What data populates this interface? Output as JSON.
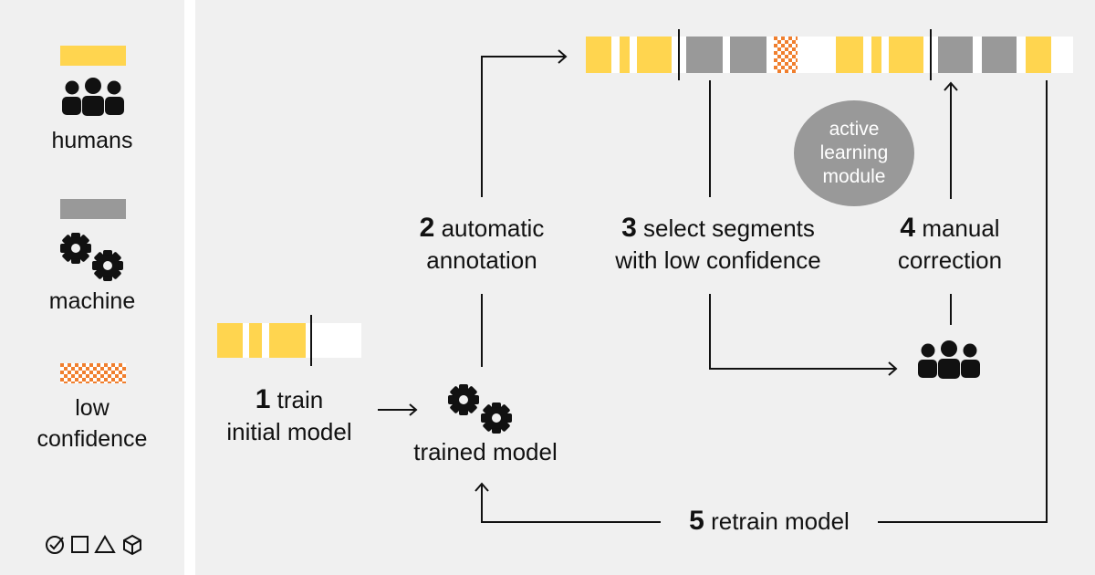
{
  "colors": {
    "human": "#ffd54f",
    "machine": "#999999",
    "low_confidence": "#f07f2e",
    "blank": "#ffffff",
    "background": "#f0f0f0",
    "ink": "#111111"
  },
  "legend": {
    "humans_label": "humans",
    "machine_label": "machine",
    "low_confidence_label_line1": "low",
    "low_confidence_label_line2": "confidence",
    "icons": [
      "check-circle-icon",
      "square-icon",
      "triangle-icon",
      "cube-icon"
    ]
  },
  "steps": {
    "s1": {
      "num": "1",
      "line1": "train",
      "line2": "initial model"
    },
    "s2": {
      "num": "2",
      "line1": "automatic",
      "line2": "annotation"
    },
    "s3": {
      "num": "3",
      "line1": "select segments",
      "line2": "with low confidence"
    },
    "s4": {
      "num": "4",
      "line1": "manual",
      "line2": "correction"
    },
    "s5": {
      "num": "5",
      "line1": "retrain model"
    }
  },
  "trained_model_label": "trained model",
  "module": {
    "line1": "active",
    "line2": "learning",
    "line3": "module"
  }
}
